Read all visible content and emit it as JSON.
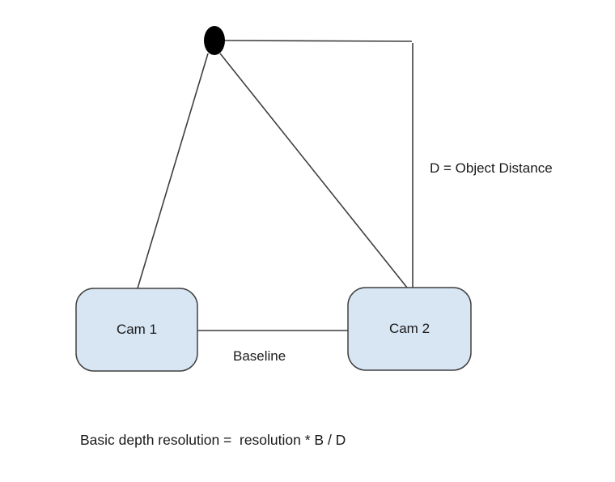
{
  "diagram": {
    "object_point": {
      "description": "object point",
      "color": "#000000"
    },
    "cameras": [
      {
        "label": "Cam 1"
      },
      {
        "label": "Cam 2"
      }
    ],
    "labels": {
      "baseline": "Baseline",
      "object_distance": "D = Object Distance"
    },
    "formula": "Basic depth resolution =  resolution * B / D",
    "colors": {
      "camera_fill": "#d8e5f3",
      "camera_border": "#404040",
      "line": "#3f3f3f",
      "background": "#ffffff"
    }
  }
}
